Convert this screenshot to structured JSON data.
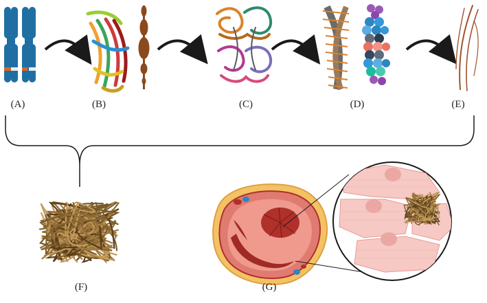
{
  "labels": {
    "a": "(A)",
    "b": "(B)",
    "c": "(C)",
    "d": "(D)",
    "e": "(E)",
    "f": "(F)",
    "g": "(G)"
  },
  "colors": {
    "chromosome": "#1f6fa3",
    "chromosome_band": "#d9662b",
    "beads": "#8a4a1e",
    "arrow": "#1a1a1a",
    "fiber": "#a0522d",
    "tangle": "#7a5a2a",
    "fat": "#f3c264",
    "muscle": "#e07b72",
    "muscle_dark": "#b0302a",
    "cell": "#f6c9c5"
  },
  "icons": {
    "a": "chromosome-pair-icon",
    "b": "protein-ribbon-icon",
    "b2": "bead-chain-icon",
    "c": "protein-complex-icon",
    "d": "fibril-stack-icon",
    "d2": "helical-bead-assembly-icon",
    "e": "fiber-strands-icon",
    "f": "tangled-fiber-mass-icon",
    "g": "tissue-cross-section-icon",
    "g2": "magnified-cells-icon"
  }
}
